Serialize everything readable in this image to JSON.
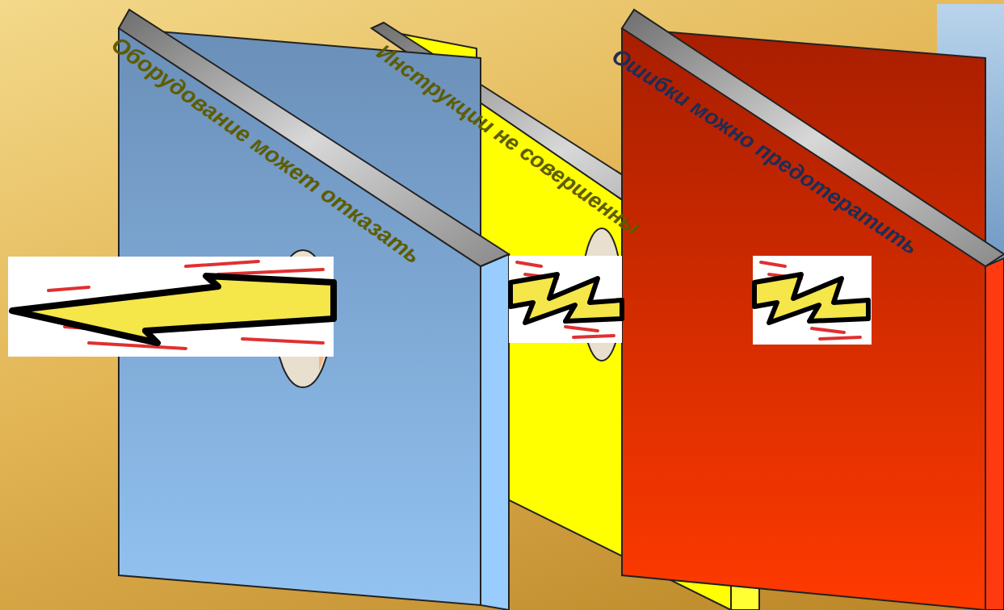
{
  "diagram": {
    "nodes": [
      {
        "text": [
          "Оборудование может отказать"
        ]
      },
      {
        "text": [
          "Инструкции не совершенны"
        ]
      },
      {
        "text": [
          "Ошибки можно предотератить"
        ]
      }
    ]
  }
}
